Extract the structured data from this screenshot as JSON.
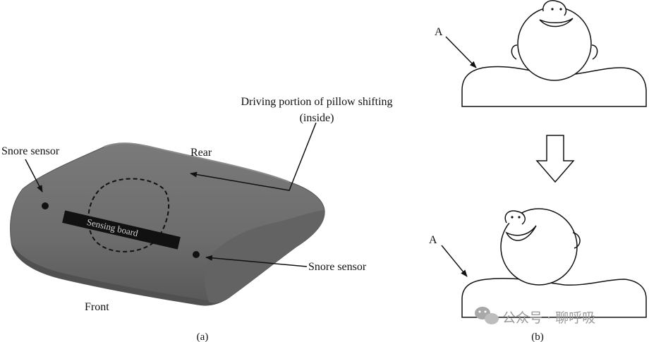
{
  "panel_a": {
    "labels": {
      "snore_sensor_left": "Snore sensor",
      "rear": "Rear",
      "driving_line1": "Driving portion of pillow shifting",
      "driving_line2": "(inside)",
      "sensing_board": "Sensing board",
      "snore_sensor_right": "Snore sensor",
      "front": "Front"
    },
    "caption": "(a)"
  },
  "panel_b": {
    "label_top": "A",
    "label_bottom": "A",
    "caption": "(b)"
  },
  "watermark": {
    "text": "公众号 · 聊呼吸"
  },
  "colors": {
    "pillow_fill": "#6f6f6f",
    "pillow_shadow": "#4f4f4f",
    "board": "#111111",
    "line": "#111111"
  }
}
